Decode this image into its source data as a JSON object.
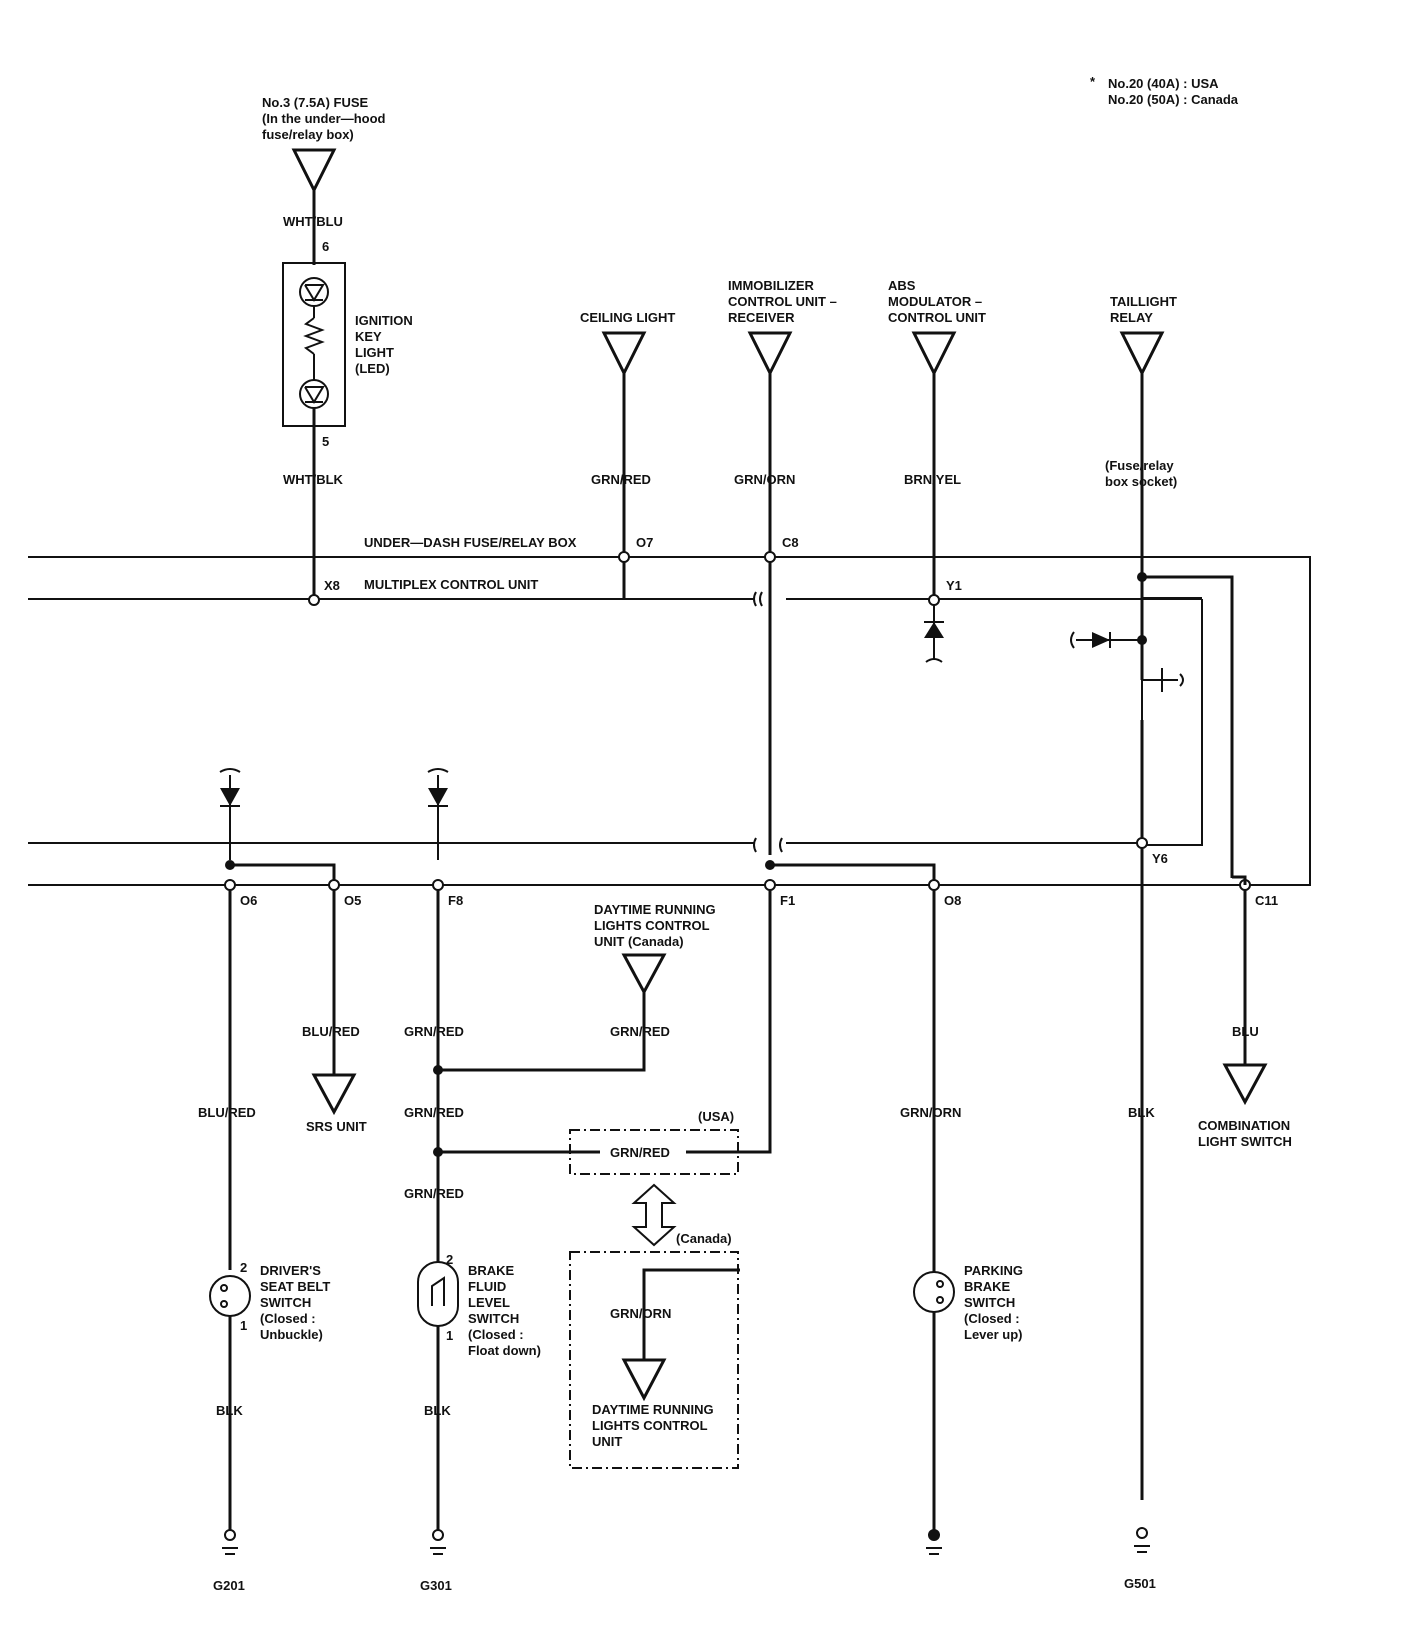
{
  "note": {
    "star": "*",
    "line1": "No.20 (40A) : USA",
    "line2": "No.20 (50A) : Canada"
  },
  "fuse": {
    "line1": "No.3 (7.5A) FUSE",
    "line2": "(In the under—hood",
    "line3": "fuse/relay box)"
  },
  "key_light": {
    "line1": "IGNITION",
    "line2": "KEY",
    "line3": "LIGHT",
    "line4": "(LED)",
    "pin_top": "6",
    "pin_bottom": "5"
  },
  "top_components": {
    "ceiling": "CEILING LIGHT",
    "immob1": "IMMOBILIZER",
    "immob2": "CONTROL UNIT –",
    "immob3": "RECEIVER",
    "abs1": "ABS",
    "abs2": "MODULATOR –",
    "abs3": "CONTROL UNIT",
    "tail1": "TAILLIGHT",
    "tail2": "RELAY",
    "socket1": "(Fuse/relay",
    "socket2": "box socket)"
  },
  "wires": {
    "wht_blu": "WHT/BLU",
    "wht_blk": "WHT/BLK",
    "grn_red": "GRN/RED",
    "grn_orn": "GRN/ORN",
    "brn_yel": "BRN/YEL",
    "blu_red": "BLU/RED",
    "blu": "BLU",
    "blk": "BLK"
  },
  "boxes": {
    "under_dash": "UNDER—DASH FUSE/RELAY BOX",
    "multiplex": "MULTIPLEX CONTROL UNIT"
  },
  "terminals": {
    "x8": "X8",
    "o7": "O7",
    "c8": "C8",
    "y1": "Y1",
    "y6": "Y6",
    "o6": "O6",
    "o5": "O5",
    "f8": "F8",
    "f1": "F1",
    "o8": "O8",
    "c11": "C11"
  },
  "bottom_components": {
    "drl1": "DAYTIME RUNNING",
    "drl2": "LIGHTS CONTROL",
    "drl3": "UNIT (Canada)",
    "srs": "SRS UNIT",
    "combo1": "COMBINATION",
    "combo2": "LIGHT SWITCH",
    "usa": "(USA)",
    "canada": "(Canada)",
    "drlb1": "DAYTIME RUNNING",
    "drlb2": "LIGHTS CONTROL",
    "drlb3": "UNIT"
  },
  "switches": {
    "seat1": "DRIVER'S",
    "seat2": "SEAT BELT",
    "seat3": "SWITCH",
    "seat4": "(Closed :",
    "seat5": "Unbuckle)",
    "brake1": "BRAKE",
    "brake2": "FLUID",
    "brake3": "LEVEL",
    "brake4": "SWITCH",
    "brake5": "(Closed :",
    "brake6": "Float down)",
    "park1": "PARKING",
    "park2": "BRAKE",
    "park3": "SWITCH",
    "park4": "(Closed :",
    "park5": "Lever up)",
    "pin2": "2",
    "pin1": "1"
  },
  "grounds": {
    "g201": "G201",
    "g301": "G301",
    "g501": "G501"
  }
}
